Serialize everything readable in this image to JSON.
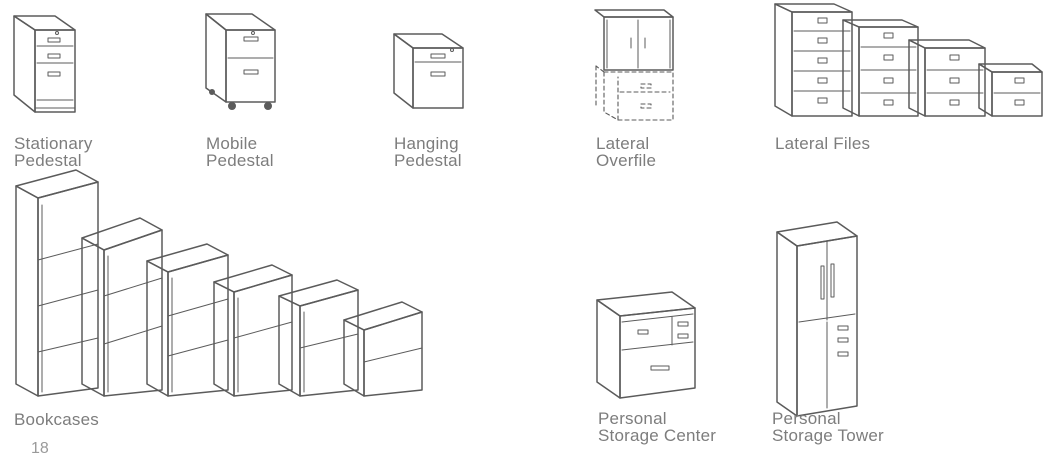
{
  "products": [
    {
      "id": "stationary-pedestal",
      "lines": [
        "Stationary",
        "Pedestal"
      ]
    },
    {
      "id": "mobile-pedestal",
      "lines": [
        "Mobile",
        "Pedestal"
      ]
    },
    {
      "id": "hanging-pedestal",
      "lines": [
        "Hanging",
        "Pedestal"
      ]
    },
    {
      "id": "lateral-overfile",
      "lines": [
        "Lateral",
        "Overfile"
      ]
    },
    {
      "id": "lateral-files",
      "lines": [
        "Lateral Files"
      ]
    },
    {
      "id": "bookcases",
      "lines": [
        "Bookcases"
      ]
    },
    {
      "id": "personal-storage-center",
      "lines": [
        "Personal",
        "Storage Center"
      ]
    },
    {
      "id": "personal-storage-tower",
      "lines": [
        "Personal",
        "Storage Tower"
      ]
    }
  ],
  "page_number": "18",
  "colors": {
    "caption": "#7d7d7d",
    "line_art": "#5b5b5b",
    "background": "#ffffff"
  }
}
